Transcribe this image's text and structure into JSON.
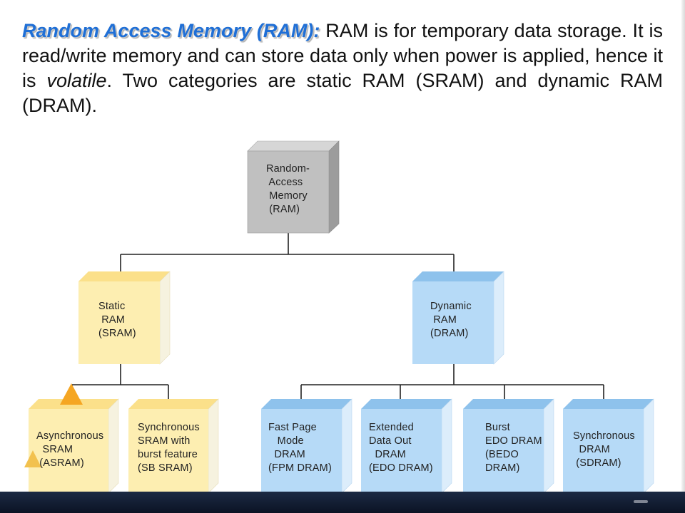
{
  "intro": {
    "term": "Random Access Memory (RAM):",
    "body_plain": " RAM is for temporary data storage. It is read/write memory and can store data only when power is applied, hence it is ",
    "body_italic": "volatile",
    "body_end": ". Two categories are static RAM (SRAM) and dynamic RAM (DRAM)."
  },
  "nodes": {
    "ram": "Random-\n Access\n Memory\n (RAM)",
    "sram": "Static\n RAM\n(SRAM)",
    "dram": "Dynamic\n RAM\n(DRAM)",
    "asram": "Asynchronous\n  SRAM\n (ASRAM)",
    "sbsram": "Synchronous\nSRAM with\nburst feature\n(SB SRAM)",
    "fpm": "Fast Page\n   Mode\n  DRAM\n(FPM DRAM)",
    "edo": "Extended\nData Out\n  DRAM\n(EDO DRAM)",
    "bedo": "Burst\nEDO DRAM\n(BEDO\nDRAM)",
    "sdram": "Synchronous\n  DRAM\n (SDRAM)"
  },
  "colors": {
    "term_blue": "#1f6fd6",
    "ram_front": "#c0c0c0",
    "ram_top": "#d6d6d6",
    "ram_side": "#9c9c9c",
    "yellow_front": "#fdeeb1",
    "yellow_top": "#fbe08a",
    "yellow_side": "#f6f2df",
    "blue_front": "#b6daf7",
    "blue_top": "#8ec2ec",
    "blue_side": "#dcedfb"
  }
}
